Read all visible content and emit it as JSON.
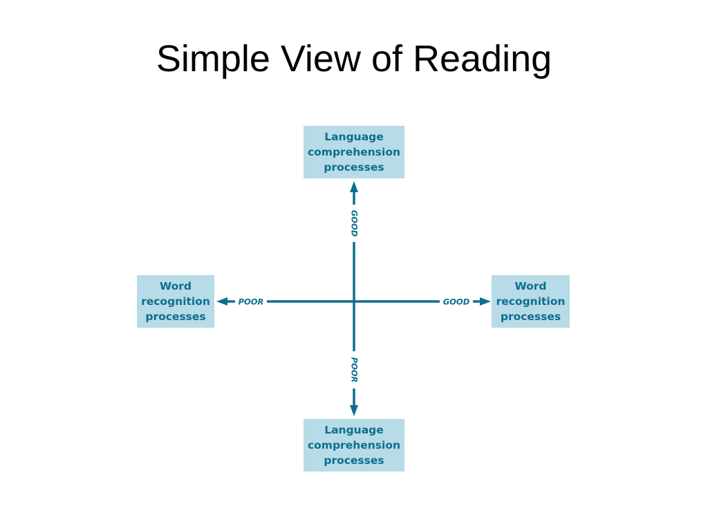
{
  "title": "Simple View of Reading",
  "boxes": {
    "top": {
      "lines": [
        "Language",
        "comprehension",
        "processes"
      ]
    },
    "bottom": {
      "lines": [
        "Language",
        "comprehension",
        "processes"
      ]
    },
    "left": {
      "lines": [
        "Word",
        "recognition",
        "processes"
      ]
    },
    "right": {
      "lines": [
        "Word",
        "recognition",
        "processes"
      ]
    }
  },
  "axis_labels": {
    "up": "GOOD",
    "down": "POOR",
    "left": "POOR",
    "right": "GOOD"
  },
  "colors": {
    "axis": "#0d6e8f",
    "box_fill": "#b7dbe7",
    "box_text": "#0d6e8f"
  }
}
